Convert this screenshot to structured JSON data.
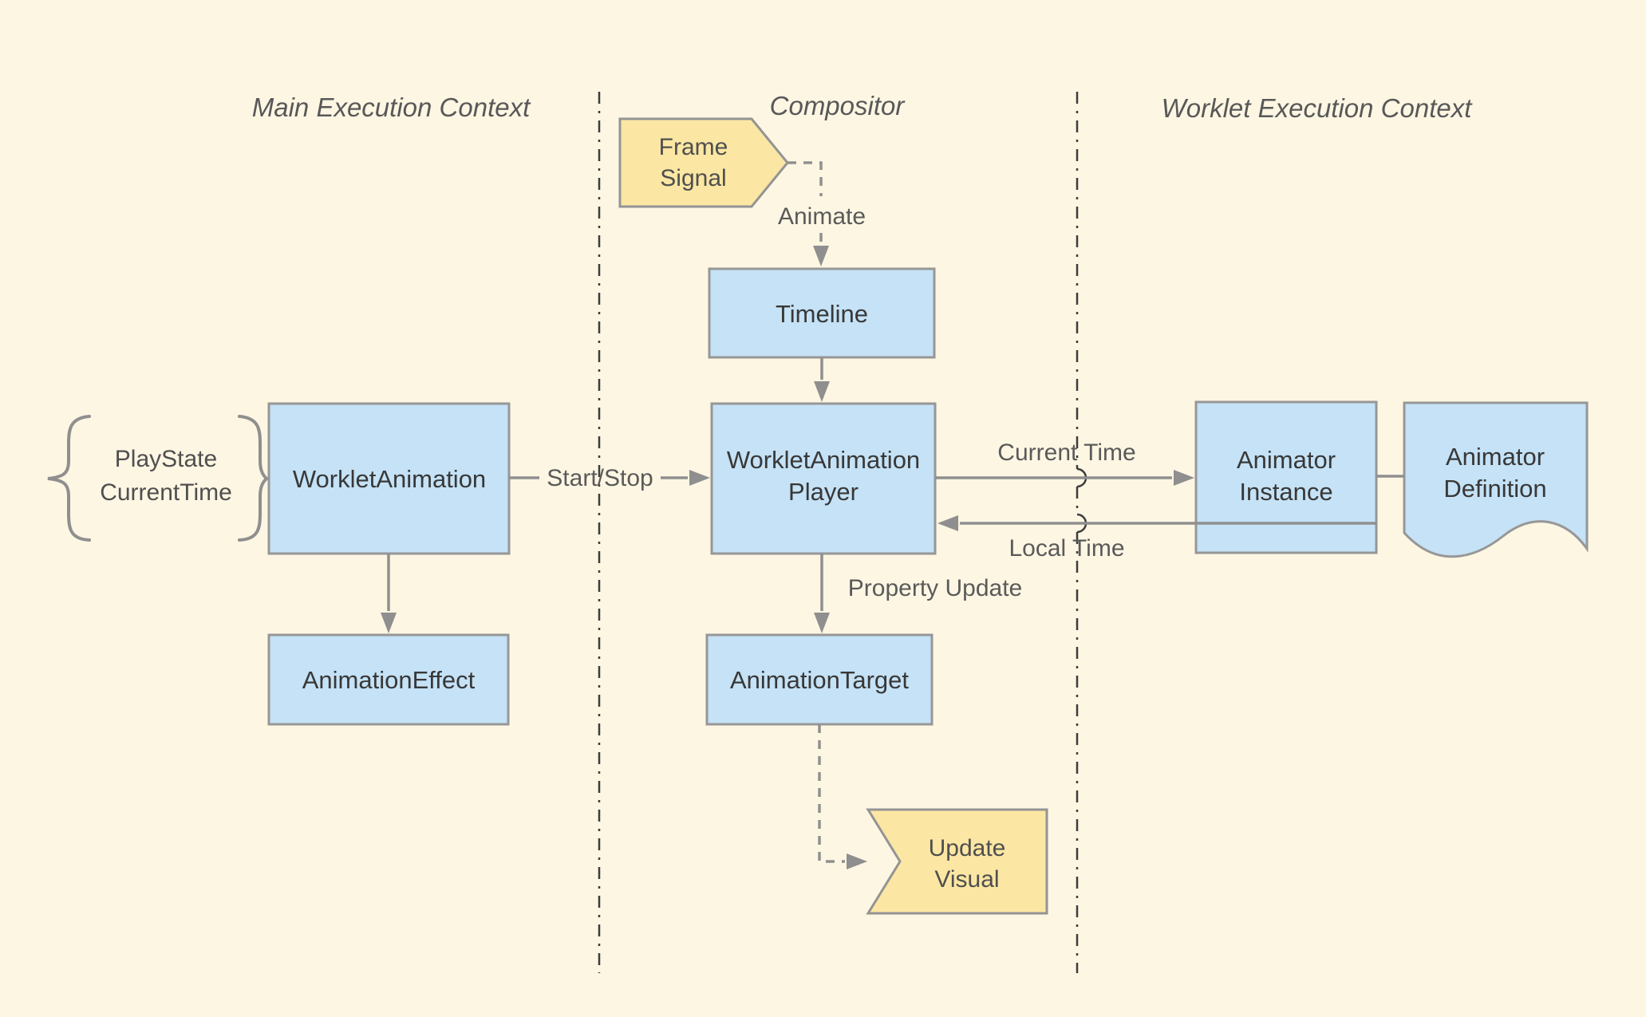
{
  "diagram": {
    "colors": {
      "background": "#fdf6e3",
      "node_fill_blue": "#c5e2f6",
      "node_fill_yellow": "#fbe7a3",
      "node_border": "#979797",
      "connector": "#8f8f8f",
      "divider": "#3d3d3d",
      "node_text": "#383838",
      "label_text": "#5a5a5a"
    },
    "lanes": [
      {
        "title": "Main Execution Context"
      },
      {
        "title": "Compositor"
      },
      {
        "title": "Worklet Execution Context"
      }
    ],
    "nodes": {
      "frame_signal": {
        "lines": [
          "Frame",
          "Signal"
        ]
      },
      "timeline": {
        "label": "Timeline"
      },
      "worklet_animation": {
        "label": "WorkletAnimation"
      },
      "worklet_animation_inputs": {
        "lines": [
          "PlayState",
          "CurrentTime"
        ]
      },
      "worklet_animation_player": {
        "lines": [
          "WorkletAnimation",
          "Player"
        ]
      },
      "animator_instance": {
        "lines": [
          "Animator",
          "Instance"
        ]
      },
      "animator_definition": {
        "lines": [
          "Animator",
          "Definition"
        ]
      },
      "animation_effect": {
        "label": "AnimationEffect"
      },
      "animation_target": {
        "label": "AnimationTarget"
      },
      "update_visual": {
        "lines": [
          "Update",
          "Visual"
        ]
      }
    },
    "edges": {
      "animate": {
        "label": "Animate"
      },
      "start_stop": {
        "label": "Start/Stop"
      },
      "current_time": {
        "label": "Current Time"
      },
      "local_time": {
        "label": "Local Time"
      },
      "property_update": {
        "label": "Property Update"
      }
    }
  }
}
